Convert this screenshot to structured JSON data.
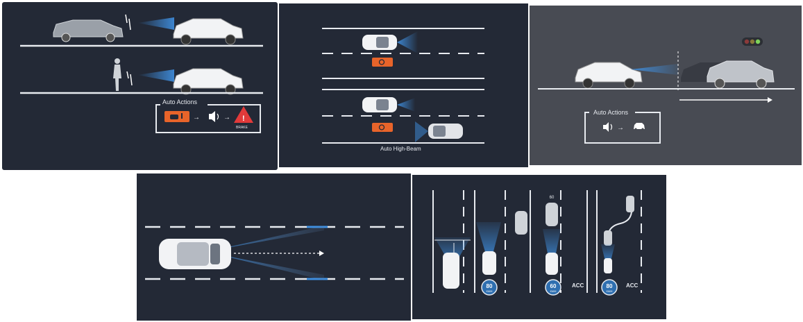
{
  "panels": {
    "aeb": {
      "bg": "#232936",
      "box_title": "Auto Actions",
      "brake_label": "BRAKE",
      "icons": [
        "car-warning-icon",
        "speaker-icon",
        "brake-warning-icon"
      ]
    },
    "high_beam": {
      "bg": "#232936",
      "caption": "Auto High-Beam",
      "icons": [
        "headlamp-icon"
      ]
    },
    "traffic": {
      "bg": "#484b53",
      "box_title": "Auto Actions",
      "icons": [
        "traffic-light-icon",
        "speaker-icon",
        "car-icon"
      ]
    },
    "lane": {
      "bg": "#232936"
    },
    "acc": {
      "bg": "#232936",
      "sign_values": [
        "80",
        "60",
        "80"
      ],
      "sign_unit": "KM/H",
      "acc_labels": [
        "ACC",
        "ACC"
      ],
      "car_label": "60"
    }
  },
  "colors": {
    "accent_orange": "#e8642a",
    "warning_red": "#e23a3a",
    "beam_blue": "#3f8fe0",
    "lane_white": "#e8ebf0"
  }
}
